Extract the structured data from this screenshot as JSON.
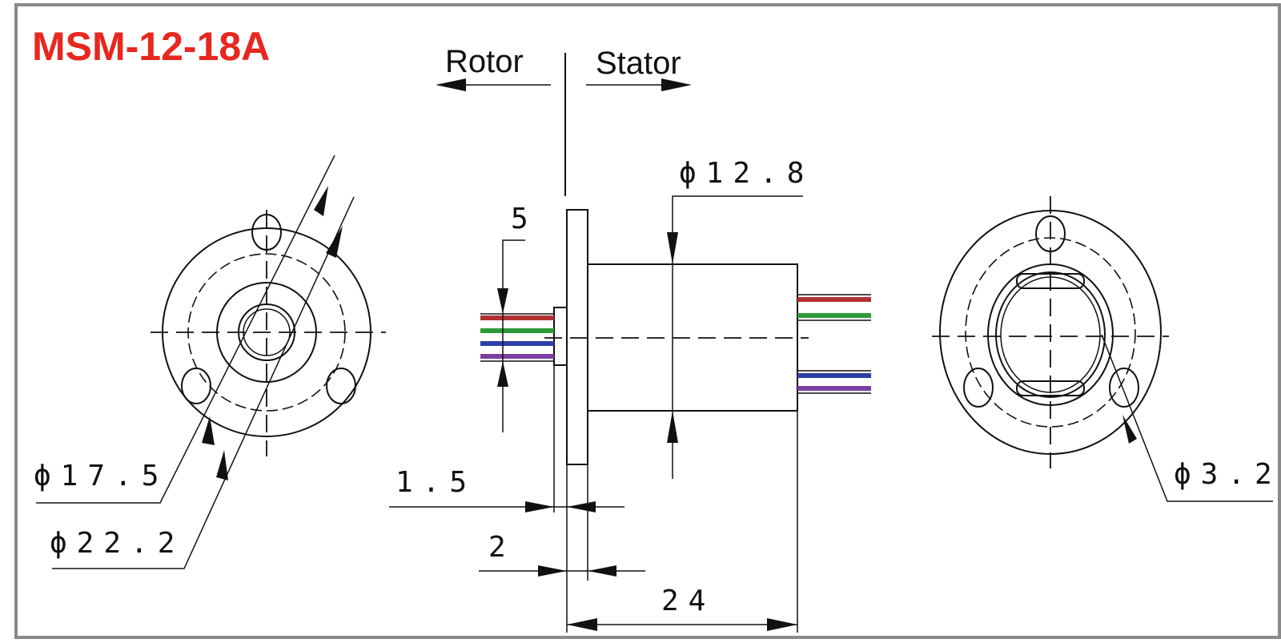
{
  "title": "MSM-12-18A",
  "labels": {
    "rotor": "Rotor",
    "stator": "Stator"
  },
  "dimensions": {
    "d_12_8": "ϕ12.8",
    "d_17_5": "ϕ17.5",
    "d_22_2": "ϕ22.2",
    "d_3_2": "ϕ3.2",
    "w_5": "5",
    "w_1_5": "1.5",
    "w_2": "2",
    "l_24": "24"
  },
  "wire_colors": {
    "red": "#b03030",
    "green": "#2e9a3a",
    "blue": "#2f3fa8",
    "purple": "#7a3fa0"
  },
  "colors": {
    "title": "#e8271f",
    "line": "#111111",
    "frame": "#8a8a8a"
  }
}
